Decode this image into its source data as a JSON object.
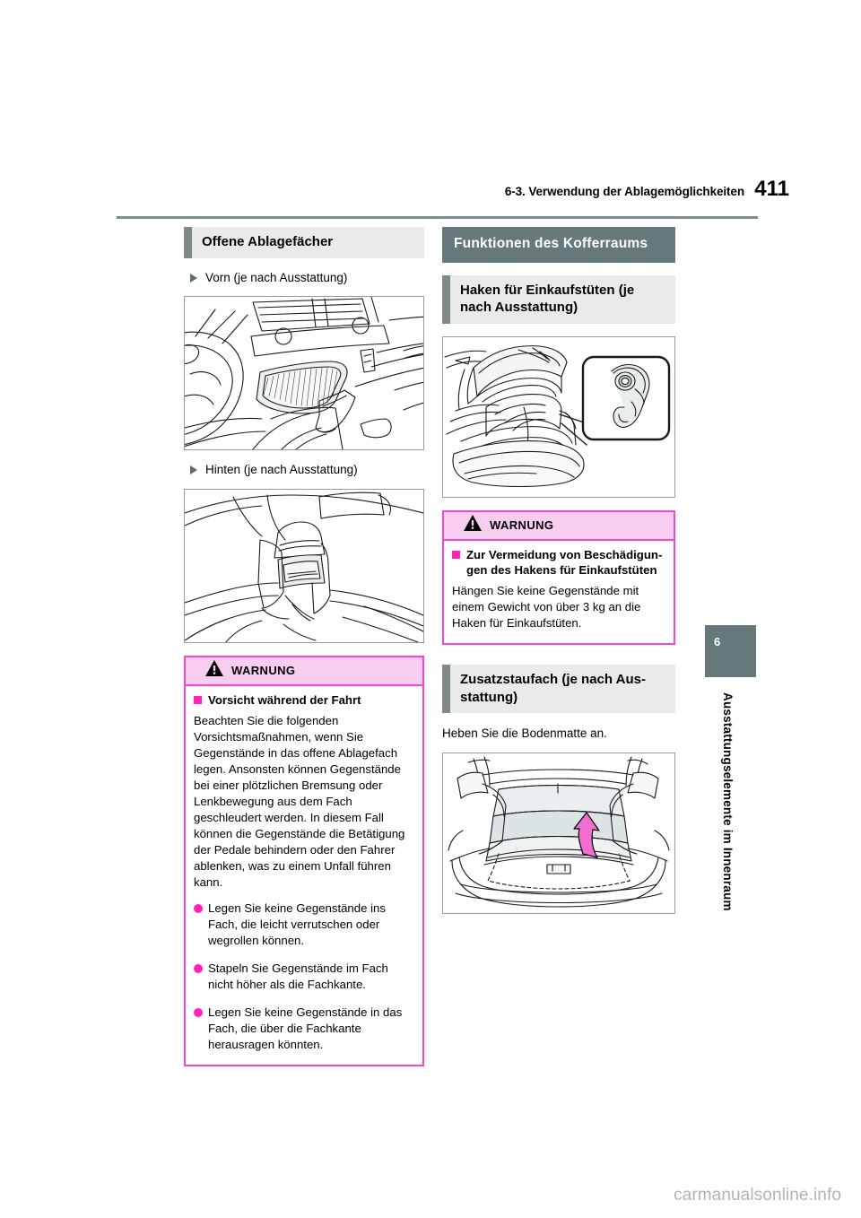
{
  "page": {
    "running_head": "6-3. Verwendung der Ablagemöglichkeiten",
    "page_number": "411",
    "watermark": "carmanualsonline.info"
  },
  "sidebar": {
    "chapter_number": "6",
    "chapter_title": "Ausstattungselemente im Innenraum",
    "tab_color": "#66797a"
  },
  "left_column": {
    "heading": "Offene Ablagefächer",
    "item_front_label": "Vorn (je nach Ausstattung)",
    "figure_front_name": "front-center-console-open-tray",
    "item_rear_label": "Hinten (je nach Ausstattung)",
    "figure_rear_name": "rear-seat-storage-compartment",
    "warning": {
      "label": "WARNUNG",
      "subheading": "Vorsicht während der Fahrt",
      "paragraph": "Beachten Sie die folgenden Vorsichtsmaß­nahmen, wenn Sie Gegenstände in das offene Ablagefach legen. Ansonsten kön­nen Gegenstände bei einer plötzlichen Bremsung oder Lenkbewegung aus dem Fach geschleudert werden. In diesem Fall können die Gegenstände die Betätigung der Pedale behindern oder den Fahrer ablenken, was zu einem Unfall führen kann.",
      "bullets": [
        "Legen Sie keine Gegenstände ins Fach, die leicht verrutschen oder wegrollen können.",
        "Stapeln Sie Gegenstände im Fach nicht höher als die Fachkante.",
        "Legen Sie keine Gegenstände in das Fach, die über die Fachkante herausra­gen könnten."
      ]
    }
  },
  "right_column": {
    "section_heading": "Funktionen des Koffer­raums",
    "heading_hooks": "Haken für Einkaufstüten (je nach Ausstattung)",
    "figure_hooks_name": "open-trunk-with-shopping-bag-hook-callout",
    "warning": {
      "label": "WARNUNG",
      "subheading": "Zur Vermeidung von Beschädigun­gen des Hakens für Einkaufstüten",
      "paragraph": "Hängen Sie keine Gegenstände mit einem Gewicht von über 3 kg an die Haken für Einkaufstüten."
    },
    "heading_extra_storage": "Zusatzstaufach (je nach Aus­stattung)",
    "extra_storage_text": "Heben Sie die Bodenmatte an.",
    "figure_extra_storage_name": "trunk-floor-mat-lift-arrow"
  },
  "colors": {
    "teal": "#66797a",
    "heading_gray_bg": "#e9ebeb",
    "heading_accent": "#7e8a8a",
    "warning_pink": "#ff44cc",
    "warning_head_bg": "#f7cdf0",
    "bullet_magenta": "#ff22bb",
    "rule_gray": "#7b8f90"
  }
}
